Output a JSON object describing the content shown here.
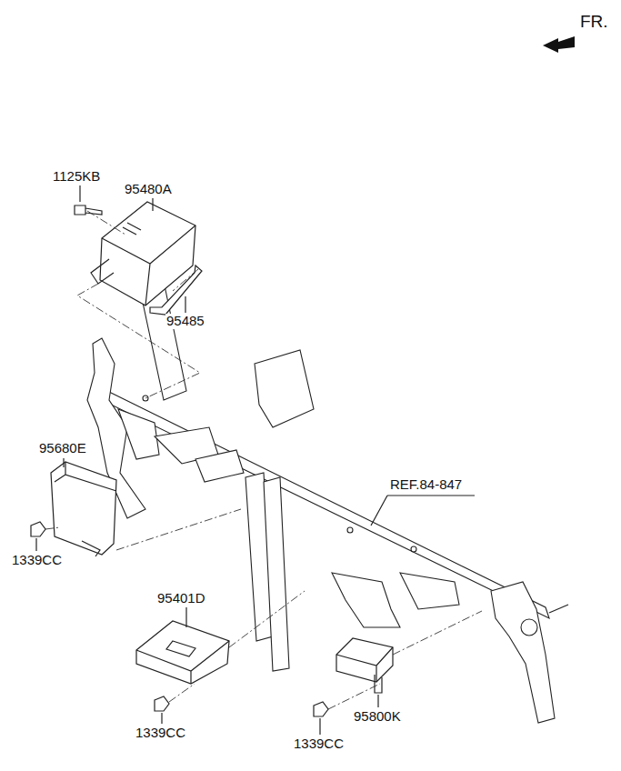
{
  "diagram": {
    "labels": [
      "FR.",
      "1125KB",
      "95480A",
      "95485",
      "95680E",
      "1339CC",
      "REF.84-847",
      "95401D",
      "1339CC",
      "95800K",
      "1339CC"
    ]
  }
}
